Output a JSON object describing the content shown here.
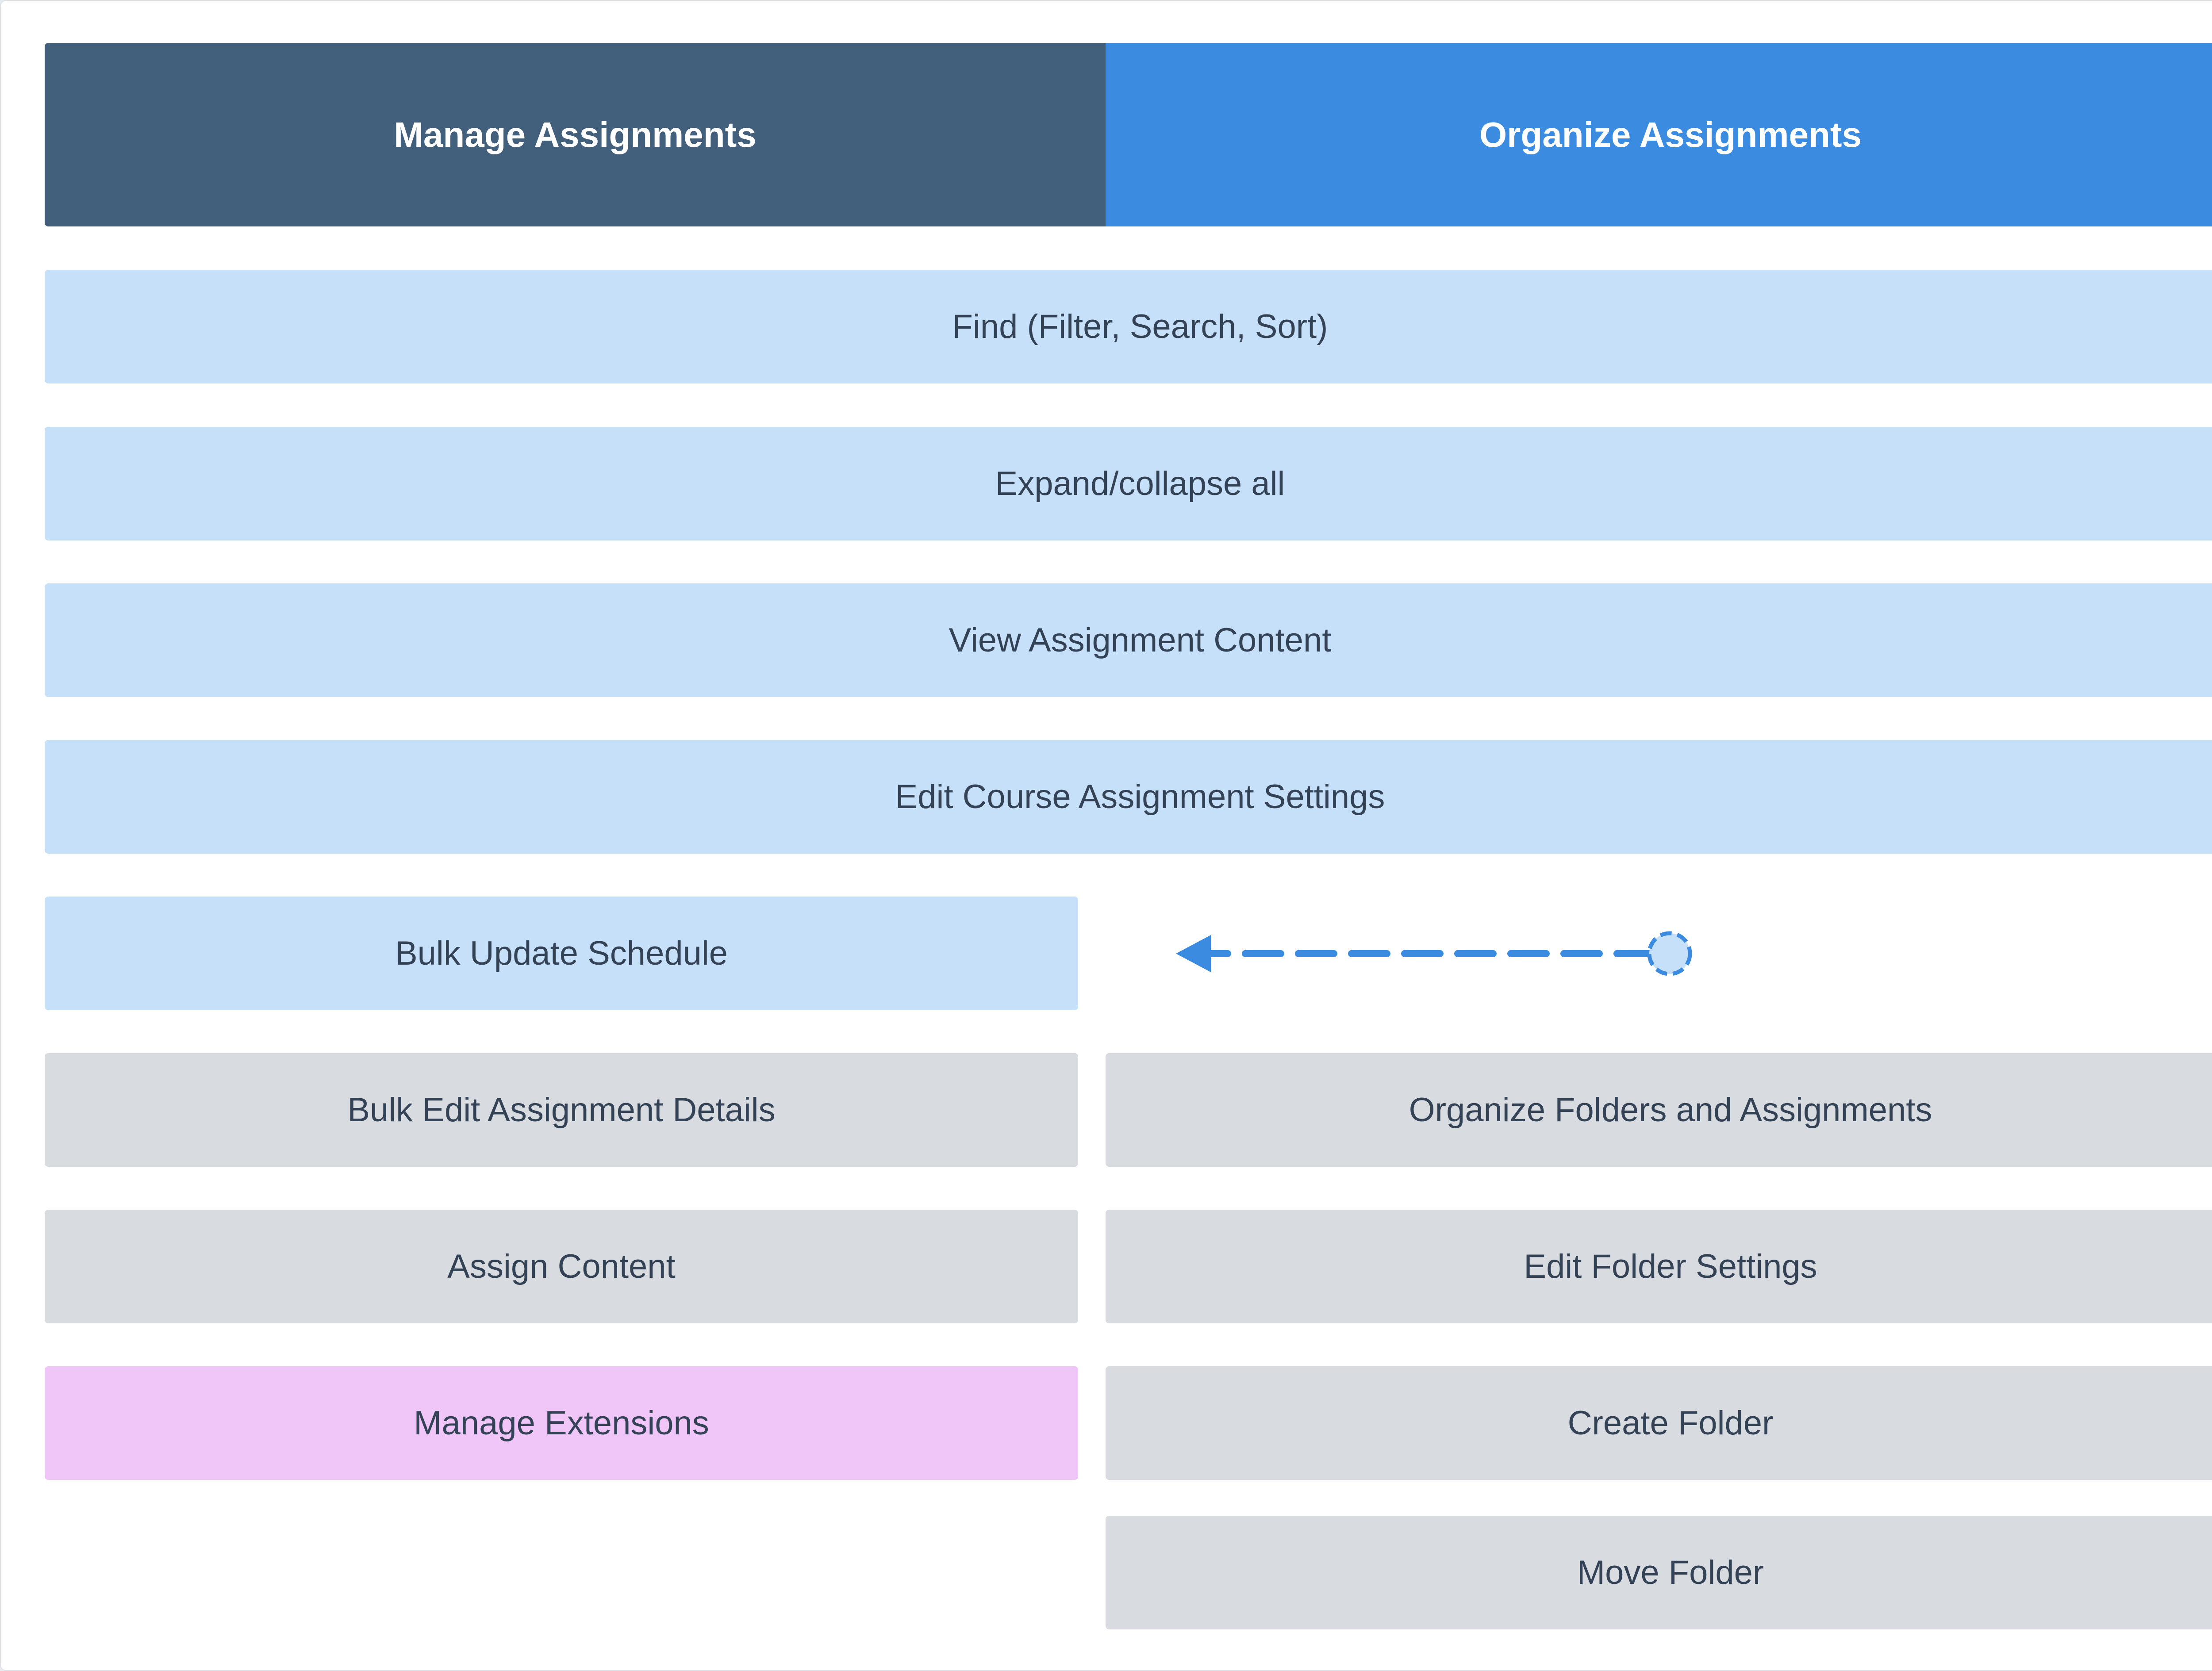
{
  "colors": {
    "header_manage": "#425f7b",
    "header_organize": "#3b8ce0",
    "shared": "#c6e0f9",
    "neutral": "#d8dce1",
    "highlight": "#f0c6f9",
    "text": "#344256",
    "connector": "#3b8ce0"
  },
  "headers": {
    "manage": "Manage Assignments",
    "organize": "Organize Assignments"
  },
  "shared": {
    "find": "Find (Filter, Search, Sort)",
    "expand": "Expand/collapse all",
    "view_content": "View Assignment Content",
    "course_settings": "Edit Course Assignment Settings"
  },
  "manage_items": {
    "bulk_schedule": "Bulk Update Schedule",
    "bulk_edit": "Bulk Edit Assignment Details",
    "assign_content": "Assign Content",
    "extensions": "Manage Extensions"
  },
  "organize_items": {
    "organize_folders": "Organize Folders and Assignments",
    "folder_settings": "Edit Folder Settings",
    "create_folder": "Create Folder",
    "move_folder": "Move Folder"
  },
  "connector": {
    "from": "organize-assignments",
    "to": "bulk-update-schedule",
    "style": "dashed-arrow",
    "icon": "arrow-left-icon"
  }
}
